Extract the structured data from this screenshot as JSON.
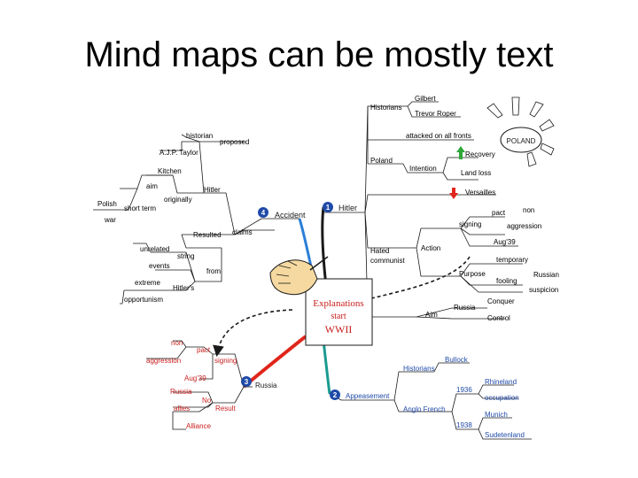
{
  "slide": {
    "title": "Mind maps can be mostly text"
  },
  "center": {
    "line1": "Explanations",
    "line2": "start",
    "line3": "WWII"
  },
  "colors": {
    "blue": "#2a7fd6",
    "red": "#e0251b",
    "teal": "#1a9a90",
    "dark": "#1a1a1a",
    "label_red": "#c81e1e",
    "label_blue": "#1f4aa8",
    "hand": "#f5d9a0"
  },
  "branches": {
    "b1": {
      "num": "1",
      "label": "Hitler",
      "historians": "Historians",
      "gilbert": "Gilbert",
      "trevor": "Trevor Roper",
      "attacked": "attacked on all fronts",
      "poland_box": "POLAND",
      "poland": "Poland",
      "intention": "Intention",
      "recovery": "Recovery",
      "landloss": "Land loss",
      "versailles": "Versailles",
      "hated": "Hated",
      "communist": "communist",
      "action": "Action",
      "signing": "signing",
      "pact": "pact",
      "non": "non",
      "aggression": "aggression",
      "aug39": "Aug'39",
      "purpose": "Purpose",
      "temporary": "temporary",
      "fooling": "fooling",
      "russian": "Russian",
      "suspicion": "suspicion",
      "aim": "Aim",
      "russia": "Russia",
      "conquer": "Conquer",
      "control": "Control"
    },
    "b2": {
      "num": "2",
      "label": "Appeasement",
      "historians": "Historians",
      "bullock": "Bullock",
      "anglofrench": "Anglo French",
      "y1936": "1936",
      "rhineland": "Rhineland",
      "occupation": "occupation",
      "y1938": "1938",
      "munich": "Munich",
      "sudetenland": "Sudetenland"
    },
    "b3": {
      "num": "3",
      "label": "Russia",
      "non": "non",
      "pact": "pact",
      "aggression": "aggression",
      "signing": "signing",
      "aug39": "Aug'39",
      "russia": "Russia",
      "no": "No",
      "allies": "allies",
      "result": "Result",
      "alliance": "Alliance"
    },
    "b4": {
      "num": "4",
      "label": "Accident",
      "historian": "historian",
      "proposed": "proposed",
      "ajp": "A.J.P. Taylor",
      "kitchen": "Kitchen",
      "hitler": "Hitler",
      "aim": "aim",
      "originally": "originally",
      "polish": "Polish",
      "shortterm": "short term",
      "war": "war",
      "resulted": "Resulted",
      "claims": "claims",
      "unrelated": "unrelated",
      "string": "string",
      "events": "events",
      "from": "from",
      "extreme": "extreme",
      "hitlers": "Hitler's",
      "opportunism": "opportunism"
    }
  }
}
